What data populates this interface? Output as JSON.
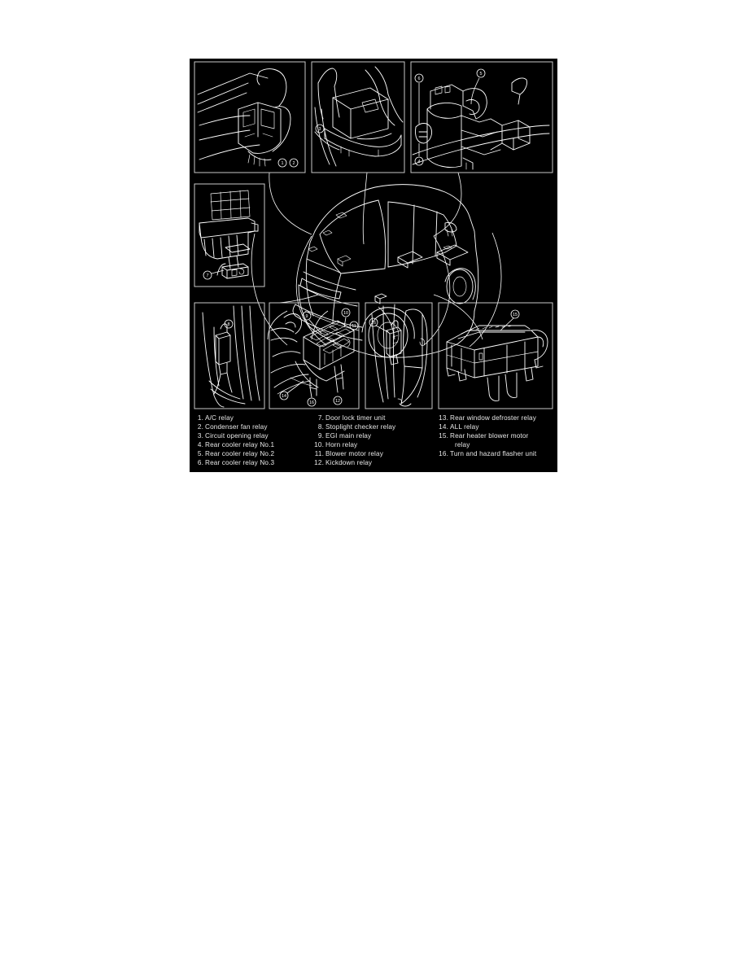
{
  "document": {
    "background_color": "#ffffff",
    "figure_background_color": "#000000",
    "line_color": "#ffffff",
    "figure_kind": "relay-location-illustration"
  },
  "legend": {
    "columns": [
      {
        "id": "legend-column-1",
        "entries": [
          {
            "num": "1.",
            "label": "A/C relay"
          },
          {
            "num": "2.",
            "label": "Condenser fan relay"
          },
          {
            "num": "3.",
            "label": "Circuit opening relay"
          },
          {
            "num": "4.",
            "label": "Rear cooler relay No.1"
          },
          {
            "num": "5.",
            "label": "Rear cooler relay No.2"
          },
          {
            "num": "6.",
            "label": "Rear cooler relay No.3"
          }
        ]
      },
      {
        "id": "legend-column-2",
        "entries": [
          {
            "num": "7.",
            "label": "Door lock timer unit"
          },
          {
            "num": "8.",
            "label": "Stoplight checker relay"
          },
          {
            "num": "9.",
            "label": "EGI main relay"
          },
          {
            "num": "10.",
            "label": "Horn relay"
          },
          {
            "num": "11.",
            "label": "Blower motor relay"
          },
          {
            "num": "12.",
            "label": "Kickdown relay"
          }
        ]
      },
      {
        "id": "legend-column-3",
        "entries": [
          {
            "num": "13.",
            "label": "Rear window defroster relay"
          },
          {
            "num": "14.",
            "label": "ALL relay"
          },
          {
            "num": "15.",
            "label": "Rear heater blower motor",
            "continuation": "relay"
          },
          {
            "num": "16.",
            "label": "Turn and hazard flasher unit"
          }
        ]
      }
    ]
  },
  "panels": [
    {
      "id": "panel-top-left",
      "subject": "engine-compartment-relay-block",
      "callouts": [
        "1",
        "2"
      ]
    },
    {
      "id": "panel-top-center",
      "subject": "circuit-opening-relay-under-dash",
      "callouts": [
        "3"
      ]
    },
    {
      "id": "panel-top-right",
      "subject": "rear-cooler-relay-assembly",
      "callouts": [
        "4",
        "5",
        "6"
      ]
    },
    {
      "id": "panel-mid-left",
      "subject": "door-lock-timer-unit",
      "callouts": [
        "7"
      ]
    },
    {
      "id": "panel-bottom-1",
      "subject": "stoplight-checker-relay-kick-panel",
      "callouts": [
        "8"
      ]
    },
    {
      "id": "panel-bottom-2",
      "subject": "main-fuse-relay-block",
      "callouts": [
        "9",
        "10",
        "11",
        "12",
        "14",
        "16"
      ]
    },
    {
      "id": "panel-bottom-3",
      "subject": "pillar-trim-flasher-unit",
      "callouts": [
        "16"
      ]
    },
    {
      "id": "panel-bottom-4",
      "subject": "rear-heater-blower-motor-unit",
      "callouts": [
        "15"
      ]
    }
  ],
  "vehicle": {
    "id": "vehicle-overview",
    "view": "front-three-quarter",
    "body_style": "minivan"
  }
}
